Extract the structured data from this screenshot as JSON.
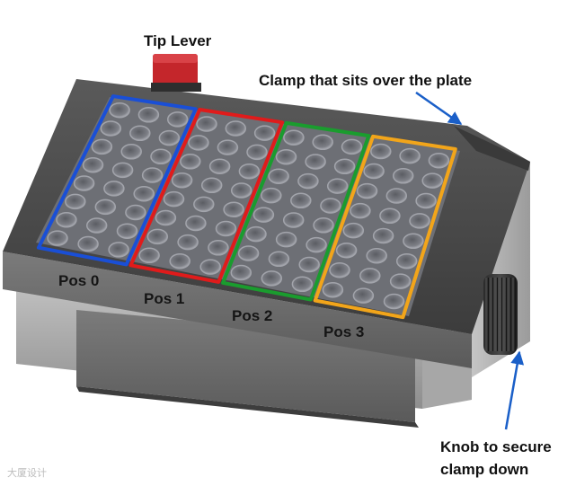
{
  "callouts": {
    "tip_lever": "Tip Lever",
    "clamp": "Clamp that sits over the plate",
    "knob_line1": "Knob to secure",
    "knob_line2": "clamp down"
  },
  "positions": [
    {
      "label": "Pos 0",
      "color": "#1a4fd6"
    },
    {
      "label": "Pos 1",
      "color": "#e01b1b"
    },
    {
      "label": "Pos 2",
      "color": "#1a9c2e"
    },
    {
      "label": "Pos 3",
      "color": "#f2a51a"
    }
  ],
  "watermark": "大厦设计",
  "colors": {
    "arrow": "#1a5fc8",
    "body_dark": "#4a4a4a",
    "body_mid": "#6a6a6a",
    "lever": "#c4262b",
    "well_fill": "#8d8f96"
  }
}
